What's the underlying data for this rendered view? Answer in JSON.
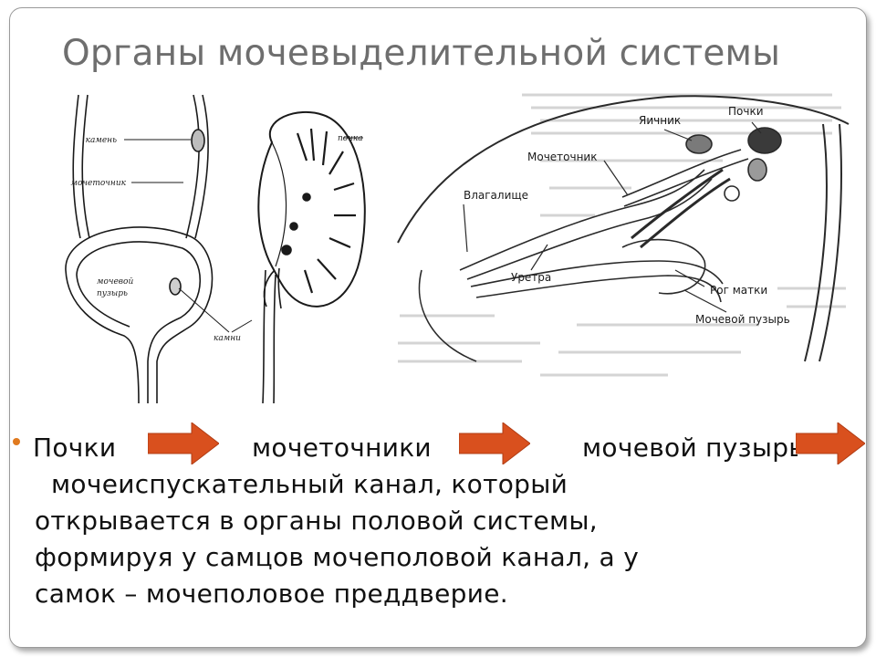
{
  "slide": {
    "title": "Органы мочевыделительной системы",
    "left_figure": {
      "labels": {
        "stone": "камень",
        "ureter": "мочеточник",
        "bladder_line1": "мочевой",
        "bladder_line2": "пузырь",
        "stones": "камни",
        "kidney": "почка"
      }
    },
    "right_figure": {
      "labels": {
        "kidneys": "Почки",
        "ovary": "Яичник",
        "ureter": "Мочеточник",
        "vagina": "Влагалище",
        "urethra": "Уретра",
        "uterine_horn": "Рог матки",
        "bladder": "Мочевой пузырь"
      }
    },
    "text": {
      "item1": "Почки",
      "item2": "мочеточники",
      "item3": "мочевой пузырь",
      "line2": "мочеиспускательный канал, который",
      "line3": "открывается в органы половой системы,",
      "line4": "формируя у самцов мочеполовой канал, а у",
      "line5": "самок – мочеполовое преддверие."
    },
    "colors": {
      "arrow": "#d9501e",
      "bullet": "#e07a1f",
      "title": "#6e6e6e"
    }
  }
}
